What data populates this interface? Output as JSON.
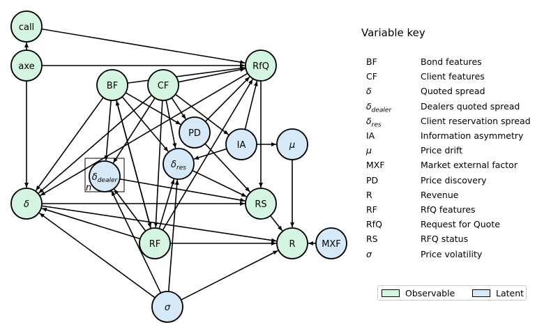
{
  "colors": {
    "observable": "#d5f5e3",
    "latent": "#d6e9f8",
    "stroke": "#000000"
  },
  "nodes": [
    {
      "id": "call",
      "label": "call",
      "kind": "observable"
    },
    {
      "id": "axe",
      "label": "axe",
      "kind": "observable"
    },
    {
      "id": "BF",
      "label": "BF",
      "kind": "observable"
    },
    {
      "id": "CF",
      "label": "CF",
      "kind": "observable"
    },
    {
      "id": "RfQ",
      "label": "RfQ",
      "kind": "observable"
    },
    {
      "id": "PD",
      "label": "PD",
      "kind": "latent"
    },
    {
      "id": "IA",
      "label": "IA",
      "kind": "latent"
    },
    {
      "id": "mu",
      "label": "μ",
      "kind": "latent"
    },
    {
      "id": "delta_res",
      "label": "δ",
      "sub": "res",
      "kind": "latent"
    },
    {
      "id": "delta_dealer",
      "label": "δ",
      "sub": "dealer",
      "kind": "latent"
    },
    {
      "id": "delta",
      "label": "δ",
      "kind": "observable"
    },
    {
      "id": "RS",
      "label": "RS",
      "kind": "observable"
    },
    {
      "id": "RF",
      "label": "RF",
      "kind": "observable"
    },
    {
      "id": "R",
      "label": "R",
      "kind": "observable"
    },
    {
      "id": "MXF",
      "label": "MXF",
      "kind": "latent"
    },
    {
      "id": "sigma",
      "label": "σ",
      "kind": "latent"
    }
  ],
  "plate": {
    "label": "n"
  },
  "edges": [
    [
      "axe",
      "call"
    ],
    [
      "call",
      "RfQ"
    ],
    [
      "axe",
      "RfQ"
    ],
    [
      "axe",
      "delta"
    ],
    [
      "BF",
      "RfQ"
    ],
    [
      "CF",
      "RfQ"
    ],
    [
      "BF",
      "delta"
    ],
    [
      "BF",
      "delta_dealer"
    ],
    [
      "BF",
      "delta_res"
    ],
    [
      "BF",
      "PD"
    ],
    [
      "BF",
      "RF"
    ],
    [
      "CF",
      "delta"
    ],
    [
      "CF",
      "delta_dealer"
    ],
    [
      "CF",
      "delta_res"
    ],
    [
      "CF",
      "PD"
    ],
    [
      "CF",
      "IA"
    ],
    [
      "CF",
      "RF"
    ],
    [
      "PD",
      "RfQ"
    ],
    [
      "PD",
      "RS"
    ],
    [
      "IA",
      "RfQ"
    ],
    [
      "IA",
      "delta_res"
    ],
    [
      "IA",
      "mu"
    ],
    [
      "mu",
      "R"
    ],
    [
      "RfQ",
      "RS"
    ],
    [
      "RfQ",
      "delta"
    ],
    [
      "delta_res",
      "RS"
    ],
    [
      "delta_dealer",
      "RS"
    ],
    [
      "delta",
      "RS"
    ],
    [
      "delta",
      "R"
    ],
    [
      "RS",
      "R"
    ],
    [
      "MXF",
      "R"
    ],
    [
      "RF",
      "delta"
    ],
    [
      "RF",
      "delta_dealer"
    ],
    [
      "RF",
      "delta_res"
    ],
    [
      "RF",
      "RfQ"
    ],
    [
      "RF",
      "R"
    ],
    [
      "RF",
      "BF"
    ],
    [
      "sigma",
      "delta"
    ],
    [
      "sigma",
      "delta_dealer"
    ],
    [
      "sigma",
      "delta_res"
    ],
    [
      "sigma",
      "R"
    ]
  ],
  "key": {
    "title": "Variable key",
    "rows": [
      {
        "abbr": "BF",
        "desc": "Bond features"
      },
      {
        "abbr": "CF",
        "desc": "Client features"
      },
      {
        "abbr": "δ",
        "desc": "Quoted spread",
        "italic": true
      },
      {
        "abbr": "δ",
        "sub": "dealer",
        "desc": "Dealers quoted spread",
        "italic": true
      },
      {
        "abbr": "δ",
        "sub": "res",
        "desc": "Client reservation spread",
        "italic": true
      },
      {
        "abbr": "IA",
        "desc": "Information asymmetry"
      },
      {
        "abbr": "μ",
        "desc": "Price drift",
        "italic": true
      },
      {
        "abbr": "MXF",
        "desc": "Market external factor"
      },
      {
        "abbr": "PD",
        "desc": "Price discovery"
      },
      {
        "abbr": "R",
        "desc": "Revenue"
      },
      {
        "abbr": "RF",
        "desc": "RfQ features"
      },
      {
        "abbr": "RfQ",
        "desc": "Request for Quote"
      },
      {
        "abbr": "RS",
        "desc": "RFQ status"
      },
      {
        "abbr": "σ",
        "desc": "Price volatility",
        "italic": true
      }
    ]
  },
  "legend": {
    "observable_label": "Observable",
    "latent_label": "Latent"
  }
}
